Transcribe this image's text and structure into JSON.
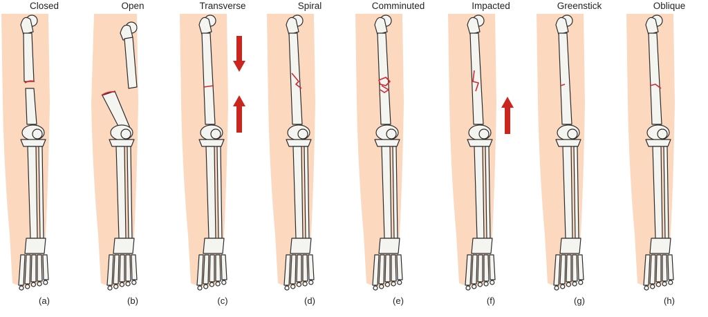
{
  "colors": {
    "skin": "#fcd8bf",
    "bone": "#f4f4f1",
    "outline": "#2b2b2b",
    "fracture": "#d8232a",
    "arrow": "#c9261f"
  },
  "panels": [
    {
      "title": "Closed",
      "label": "(a)",
      "fracture": "closed",
      "arrows": []
    },
    {
      "title": "Open",
      "label": "(b)",
      "fracture": "open",
      "arrows": []
    },
    {
      "title": "Transverse",
      "label": "(c)",
      "fracture": "transverse",
      "arrows": [
        "down",
        "up"
      ]
    },
    {
      "title": "Spiral",
      "label": "(d)",
      "fracture": "spiral",
      "arrows": []
    },
    {
      "title": "Comminuted",
      "label": "(e)",
      "fracture": "comminuted",
      "arrows": []
    },
    {
      "title": "Impacted",
      "label": "(f)",
      "fracture": "impacted",
      "arrows": [
        "up"
      ]
    },
    {
      "title": "Greenstick",
      "label": "(g)",
      "fracture": "greenstick",
      "arrows": []
    },
    {
      "title": "Oblique",
      "label": "(h)",
      "fracture": "oblique",
      "arrows": []
    }
  ]
}
